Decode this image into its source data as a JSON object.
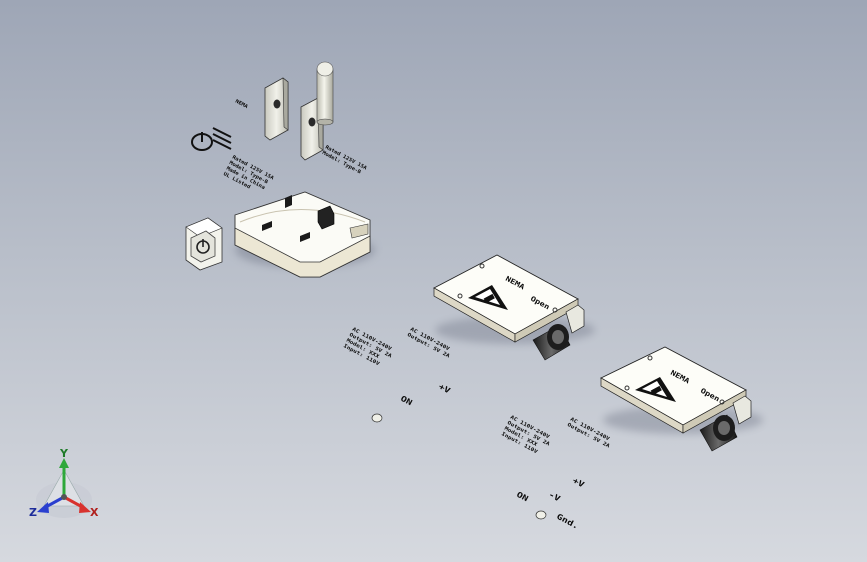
{
  "viewport": {
    "background_top": "#9ea6b6",
    "background_bottom": "#d6d9df",
    "part_color": "#ffffff",
    "edge_color": "#1a1a1a"
  },
  "triad": {
    "x_label": "X",
    "y_label": "Y",
    "z_label": "Z",
    "x_color": "#d8322e",
    "y_color": "#2ea83a",
    "z_color": "#2a3fcf"
  },
  "engravings": {
    "plug_brand": "NEMA",
    "module_top_a": "NEMA",
    "module_top_b": "NEMA",
    "module_word_a": "Open",
    "module_word_b": "Open",
    "label_on_a": "ON",
    "label_on_b": "ON",
    "label_gnd": "Gnd.",
    "label_plus": "+V",
    "label_minus": "-V",
    "text_lines_a": [
      "AC 110V-240V",
      "Output: 5V 2A",
      "Model: XXX",
      "Input: 110V"
    ],
    "text_lines_b": [
      "AC 110V-240V",
      "Output: 5V 2A",
      "Model: XXX",
      "Input: 110V"
    ],
    "text_lines_plug": [
      "Rated 125V 15A",
      "Model: Type-B",
      "Made in China",
      "UL Listed"
    ]
  }
}
